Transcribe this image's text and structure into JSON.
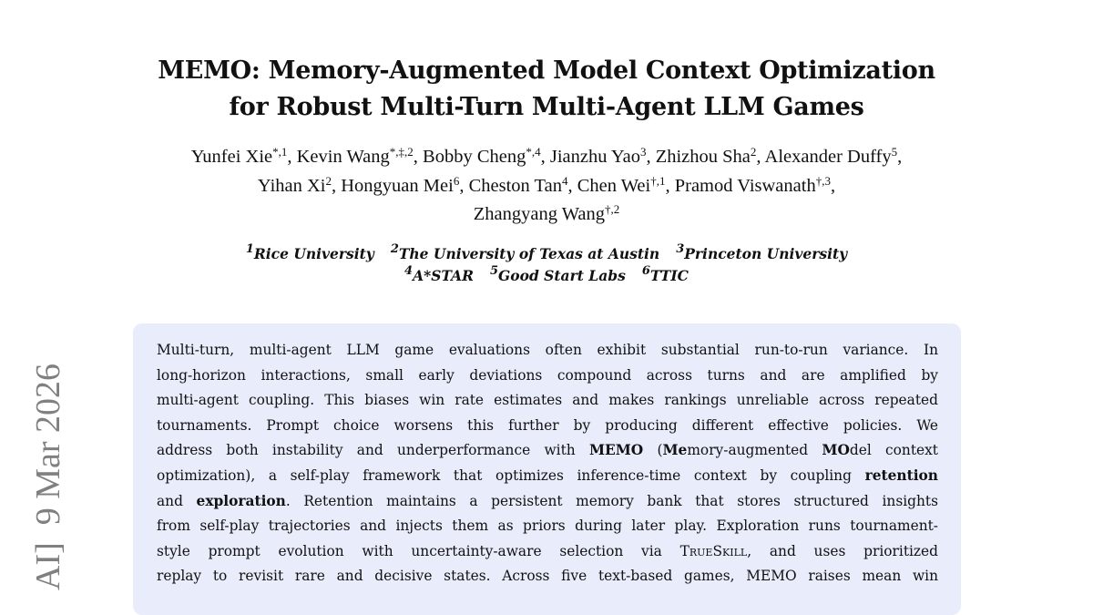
{
  "title_lines": [
    "MEMO: Memory-Augmented Model Context Optimization",
    "for Robust Multi-Turn Multi-Agent LLM Games"
  ],
  "authors": [
    [
      {
        "n": "Yunfei Xie",
        "s": "*,1"
      },
      {
        "n": "Kevin Wang",
        "s": "*,‡,2"
      },
      {
        "n": "Bobby Cheng",
        "s": "*,4"
      },
      {
        "n": "Jianzhu Yao",
        "s": "3"
      },
      {
        "n": "Zhizhou Sha",
        "s": "2"
      },
      {
        "n": "Alexander Duffy",
        "s": "5"
      }
    ],
    [
      {
        "n": "Yihan Xi",
        "s": "2"
      },
      {
        "n": "Hongyuan Mei",
        "s": "6"
      },
      {
        "n": "Cheston Tan",
        "s": "4"
      },
      {
        "n": "Chen Wei",
        "s": "†,1"
      },
      {
        "n": "Pramod Viswanath",
        "s": "†,3"
      }
    ],
    [
      {
        "n": "Zhangyang Wang",
        "s": "†,2"
      }
    ]
  ],
  "affiliations": [
    [
      {
        "s": "1",
        "n": "Rice University"
      },
      {
        "s": "2",
        "n": "The University of Texas at Austin"
      },
      {
        "s": "3",
        "n": "Princeton University"
      }
    ],
    [
      {
        "s": "4",
        "n": "A*STAR"
      },
      {
        "s": "5",
        "n": "Good Start Labs"
      },
      {
        "s": "6",
        "n": "TTIC"
      }
    ]
  ],
  "arxiv_stamp": "AI]  9 Mar 2026",
  "abstract_lines": [
    [
      {
        "t": "Multi-turn, multi-agent LLM game evaluations often exhibit substantial run-to-run variance. In"
      }
    ],
    [
      {
        "t": "long-horizon interactions, small early deviations compound across turns and are amplified by"
      }
    ],
    [
      {
        "t": "multi-agent coupling. This biases win rate estimates and makes rankings unreliable across repeated"
      }
    ],
    [
      {
        "t": "tournaments. Prompt choice worsens this further by producing different effective policies. We"
      }
    ],
    [
      {
        "t": "address both instability and underperformance with "
      },
      {
        "t": "MEMO",
        "k": "b"
      },
      {
        "t": " ("
      },
      {
        "t": "Me",
        "k": "b"
      },
      {
        "t": "mory-augmented "
      },
      {
        "t": "MO",
        "k": "b"
      },
      {
        "t": "del context"
      }
    ],
    [
      {
        "t": "optimization), a self-play framework that optimizes inference-time context by coupling "
      },
      {
        "t": "retention",
        "k": "b"
      }
    ],
    [
      {
        "t": "and "
      },
      {
        "t": "exploration",
        "k": "b"
      },
      {
        "t": ". Retention maintains a persistent memory bank that stores structured insights"
      }
    ],
    [
      {
        "t": "from self-play trajectories and injects them as priors during later play. Exploration runs tournament-"
      }
    ],
    [
      {
        "t": "style prompt evolution with uncertainty-aware selection via "
      },
      {
        "t": "TrueSkill",
        "k": "sc"
      },
      {
        "t": ", and uses prioritized"
      }
    ],
    [
      {
        "t": "replay to revisit rare and decisive states. Across five text-based games, MEMO raises mean win"
      }
    ]
  ]
}
